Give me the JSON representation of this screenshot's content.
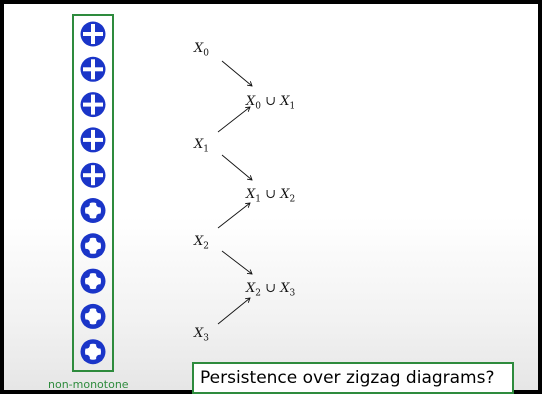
{
  "strip": {
    "label": "non-monotone",
    "accent": "#2e8b3d",
    "shape_color": "#1a35c8",
    "shapes": [
      "four-lobed-cross",
      "four-lobed-cross",
      "four-lobed-cross",
      "four-lobed-cross",
      "four-lobed-cross",
      "blob",
      "blob",
      "blob",
      "blob",
      "blob"
    ]
  },
  "zigzag": {
    "nodes": [
      {
        "base": "X",
        "sub": "0",
        "union": false
      },
      {
        "base": "X",
        "sub": "0",
        "union": true,
        "base2": "X",
        "sub2": "1"
      },
      {
        "base": "X",
        "sub": "1",
        "union": false
      },
      {
        "base": "X",
        "sub": "1",
        "union": true,
        "base2": "X",
        "sub2": "2"
      },
      {
        "base": "X",
        "sub": "2",
        "union": false
      },
      {
        "base": "X",
        "sub": "2",
        "union": true,
        "base2": "X",
        "sub2": "3"
      },
      {
        "base": "X",
        "sub": "3",
        "union": false
      }
    ],
    "union_symbol": "∪"
  },
  "question": {
    "text": "Persistence over zigzag diagrams?"
  }
}
